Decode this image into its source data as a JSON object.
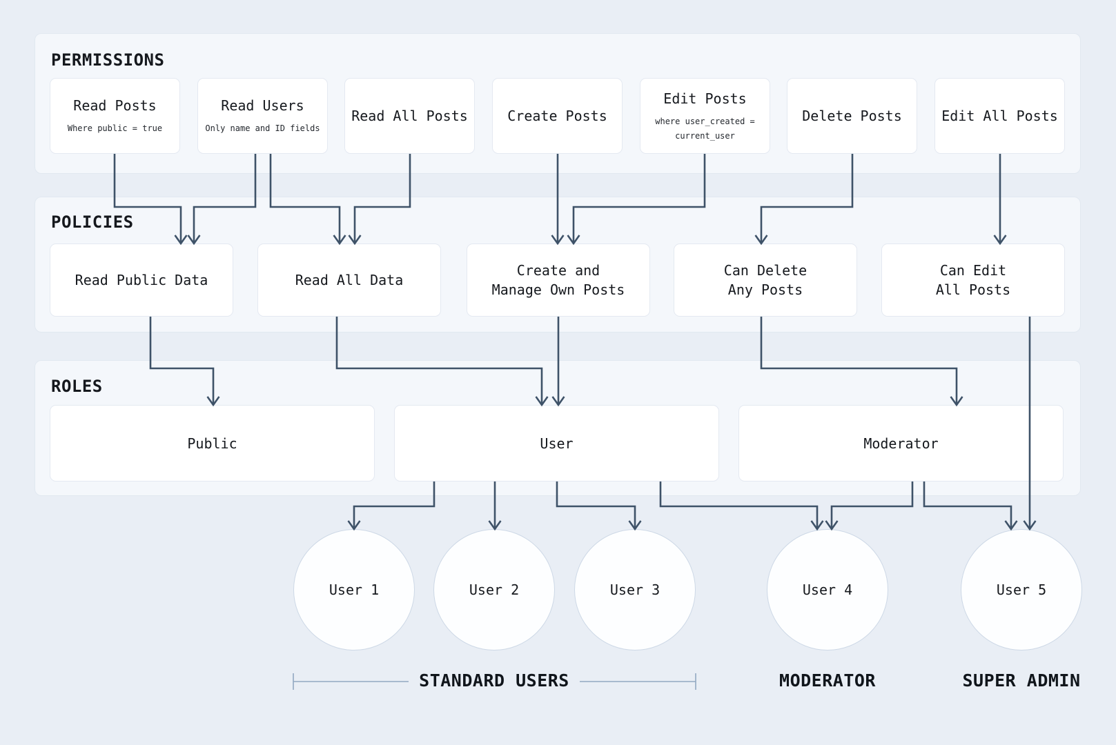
{
  "sections": {
    "permissions": {
      "label": "PERMISSIONS",
      "items": [
        {
          "id": "read_posts",
          "title": "Read Posts",
          "subtitle": "Where public = true"
        },
        {
          "id": "read_users",
          "title": "Read Users",
          "subtitle": "Only name and ID fields"
        },
        {
          "id": "read_all_posts",
          "title": "Read All Posts"
        },
        {
          "id": "create_posts",
          "title": "Create Posts"
        },
        {
          "id": "edit_posts",
          "title": "Edit Posts",
          "subtitle": "where user_created =\ncurrent_user"
        },
        {
          "id": "delete_posts",
          "title": "Delete Posts"
        },
        {
          "id": "edit_all_posts",
          "title": "Edit All Posts"
        }
      ]
    },
    "policies": {
      "label": "POLICIES",
      "items": [
        {
          "id": "read_public_data",
          "title": "Read Public Data"
        },
        {
          "id": "read_all_data",
          "title": "Read All Data"
        },
        {
          "id": "create_manage_own_posts",
          "title": "Create and\nManage Own Posts"
        },
        {
          "id": "can_delete_any_posts",
          "title": "Can Delete\nAny Posts"
        },
        {
          "id": "can_edit_all_posts",
          "title": "Can Edit\nAll Posts"
        }
      ]
    },
    "roles": {
      "label": "ROLES",
      "items": [
        {
          "id": "public",
          "title": "Public"
        },
        {
          "id": "user",
          "title": "User"
        },
        {
          "id": "moderator",
          "title": "Moderator"
        }
      ]
    }
  },
  "users": [
    {
      "id": "user1",
      "label": "User 1"
    },
    {
      "id": "user2",
      "label": "User 2"
    },
    {
      "id": "user3",
      "label": "User 3"
    },
    {
      "id": "user4",
      "label": "User 4"
    },
    {
      "id": "user5",
      "label": "User 5"
    }
  ],
  "group_labels": [
    {
      "id": "standard_users",
      "label": "STANDARD USERS"
    },
    {
      "id": "moderator_group",
      "label": "MODERATOR"
    },
    {
      "id": "super_admin",
      "label": "SUPER ADMIN"
    }
  ],
  "edges": [
    {
      "from": "read_posts",
      "to": "read_public_data"
    },
    {
      "from": "read_users",
      "to": "read_public_data"
    },
    {
      "from": "read_users",
      "to": "read_all_data"
    },
    {
      "from": "read_all_posts",
      "to": "read_all_data"
    },
    {
      "from": "create_posts",
      "to": "create_manage_own_posts"
    },
    {
      "from": "edit_posts",
      "to": "create_manage_own_posts"
    },
    {
      "from": "delete_posts",
      "to": "can_delete_any_posts"
    },
    {
      "from": "edit_all_posts",
      "to": "can_edit_all_posts"
    },
    {
      "from": "read_public_data",
      "to": "public"
    },
    {
      "from": "read_all_data",
      "to": "user"
    },
    {
      "from": "create_manage_own_posts",
      "to": "user"
    },
    {
      "from": "can_delete_any_posts",
      "to": "moderator"
    },
    {
      "from": "can_edit_all_posts",
      "to": "user5"
    },
    {
      "from": "user",
      "to": "user1"
    },
    {
      "from": "user",
      "to": "user2"
    },
    {
      "from": "user",
      "to": "user3"
    },
    {
      "from": "user",
      "to": "user4"
    },
    {
      "from": "moderator",
      "to": "user4"
    },
    {
      "from": "moderator",
      "to": "user5"
    }
  ],
  "colors": {
    "page_bg": "#e9eef5",
    "container_bg": "#f4f7fb",
    "container_border": "#e1e8f0",
    "box_border": "#e4e9f1",
    "circle_border": "#cdd8e6",
    "connector": "#3e5268",
    "bracket": "#92a8c2",
    "text": "#15181d"
  }
}
